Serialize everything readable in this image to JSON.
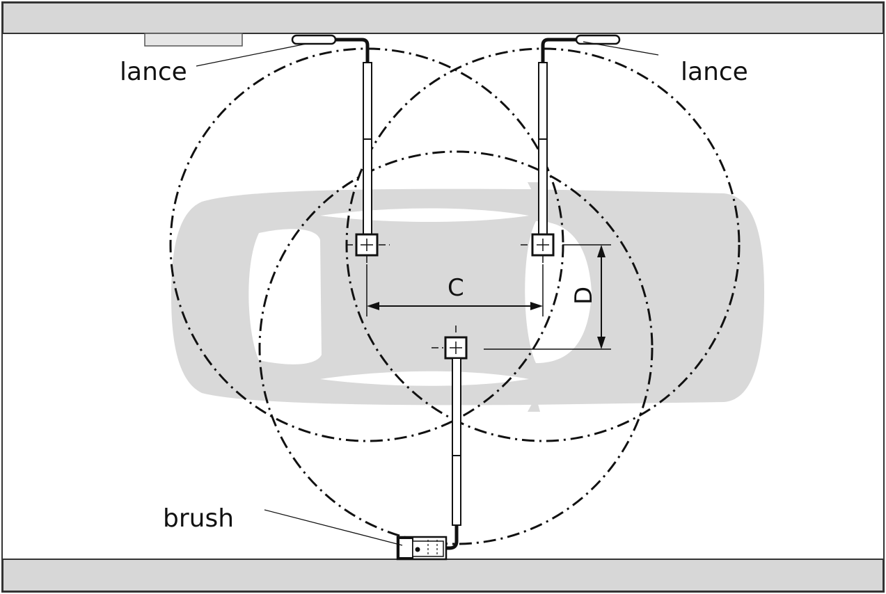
{
  "labels": {
    "lance_left": "lance",
    "lance_right": "lance",
    "brush": "brush",
    "dimension_c": "C",
    "dimension_d": "D"
  },
  "colors": {
    "wall": "#d7d7d7",
    "car": "#d9d9d9",
    "line": "#111111",
    "background": "#ffffff"
  },
  "icons": {
    "car": "car-silhouette-top-view",
    "pivot": "square-pivot-with-crosshair"
  }
}
